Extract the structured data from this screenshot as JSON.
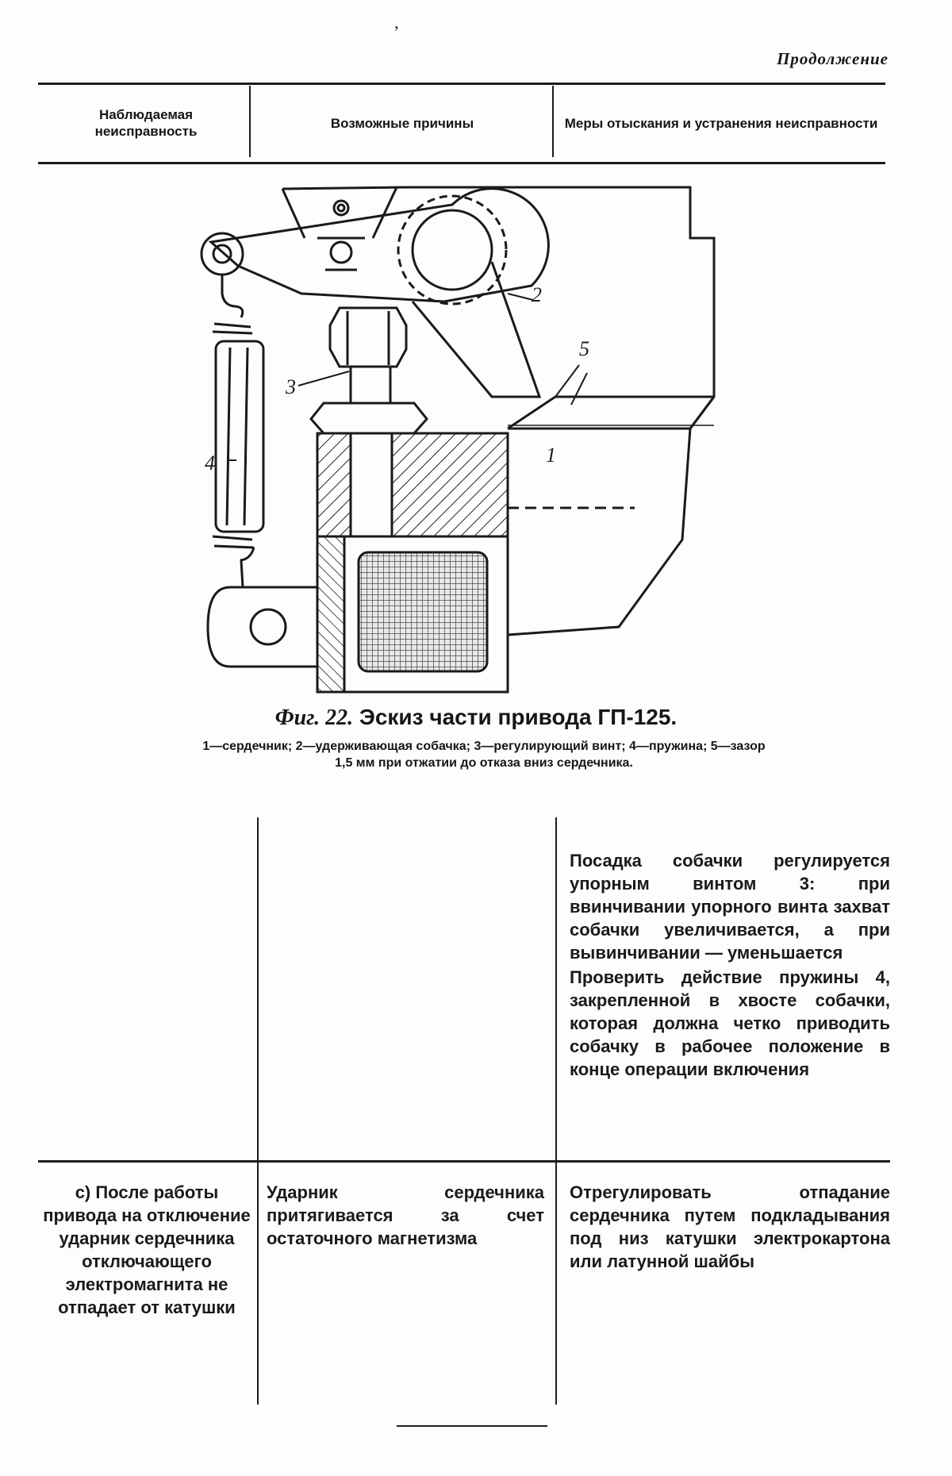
{
  "page": {
    "mark": "ʼ",
    "continuation": "Продолжение",
    "header": {
      "col1": "Наблюдаемая неисправность",
      "col2": "Возможные причины",
      "col3": "Меры отыскания и устранения неисправности"
    },
    "figure": {
      "labels": [
        "1",
        "2",
        "3",
        "4",
        "5"
      ],
      "caption_prefix": "Фиг. 22.",
      "caption_title": "Эскиз части привода ГП-125.",
      "legend": "1—сердечник; 2—удерживающая собачка; 3—регулирующий винт; 4—пружина; 5—зазор 1,5 мм при отжатии до отказа вниз сердечника."
    },
    "rows": [
      {
        "symptom": "",
        "cause": "",
        "remedy_paragraphs": [
          "Посадка собачки регулируется упорным винтом 3: при ввинчивании упорного винта захват собачки увеличивается, а при вывинчивании — уменьшается",
          "Проверить действие пружины 4, закрепленной в хвосте собачки, которая должна четко приводить собачку в рабочее положение в конце операции включения"
        ]
      },
      {
        "symptom": "с) После работы привода на отключение ударник сердечника отключающего электромагнита не отпадает от катушки",
        "cause": "Ударник сердечника притягивается за счет остаточного магнетизма",
        "remedy": "Отрегулировать отпадание сердечника путем подкладывания под низ катушки электрокартона или латунной шайбы"
      }
    ]
  }
}
